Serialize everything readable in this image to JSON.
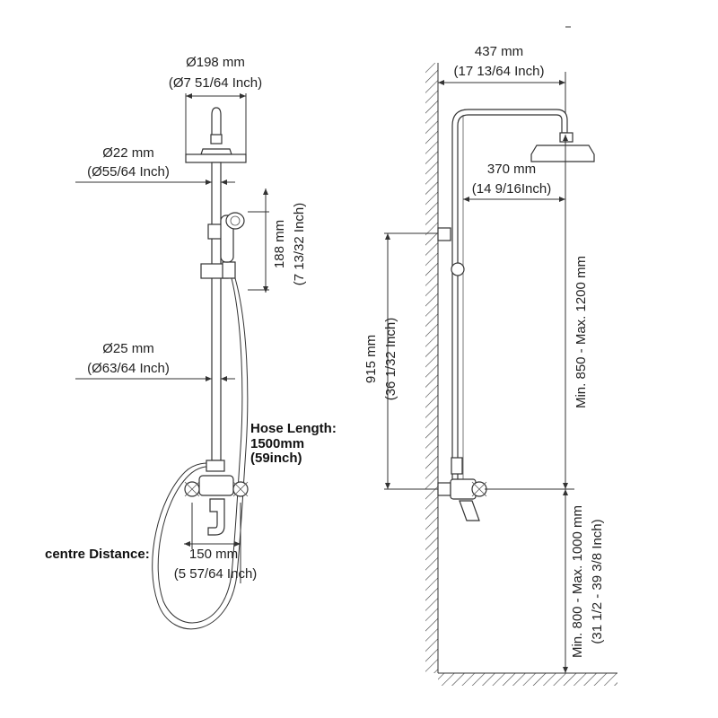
{
  "left_view": {
    "head_diameter": "Ø198 mm",
    "head_diameter_in": "(Ø7 51/64 Inch)",
    "arm_diameter": "Ø22 mm",
    "arm_diameter_in": "(Ø55/64 Inch)",
    "handshower_length": "188 mm",
    "handshower_length_in": "(7 13/32 Inch)",
    "rail_diameter": "Ø25 mm",
    "rail_diameter_in": "(Ø63/64 Inch)",
    "hose_label": "Hose Length:",
    "hose_mm": "1500mm",
    "hose_in": "(59inch)",
    "centre_label": "centre Distance:",
    "centre_mm": "150 mm",
    "centre_in": "(5 57/64 Inch)"
  },
  "right_view": {
    "overall_width": "437 mm",
    "overall_width_in": "(17 13/64 Inch)",
    "arm_reach": "370 mm",
    "arm_reach_in": "(14 9/16Inch)",
    "bracket_distance": "915 mm",
    "bracket_distance_in": "(36 1/32 Inch)",
    "height_range": "Min. 850 - Max. 1200 mm",
    "mixer_height": "Min. 800 - Max. 1000 mm",
    "mixer_height_in": "(31 1/2 - 39 3/8 Inch)"
  }
}
